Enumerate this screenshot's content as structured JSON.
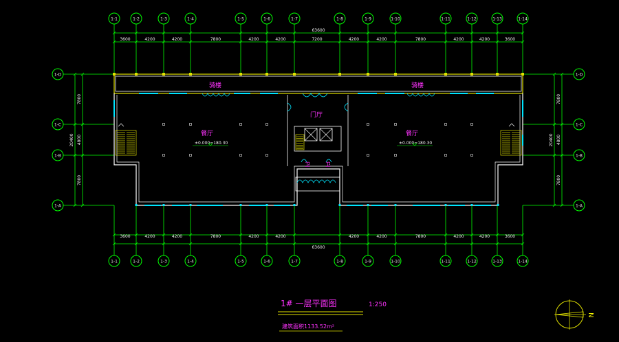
{
  "drawing": {
    "title": "1# 一层平面图",
    "scale": "1:250",
    "area": "建筑面积1133.52m²",
    "north": "N"
  },
  "axes": {
    "top_columns": [
      "1-1",
      "1-2",
      "1-3",
      "1-4",
      "1-5",
      "1-6",
      "1-7",
      "1-8",
      "1-9",
      "1-10",
      "1-11",
      "1-12",
      "1-13",
      "1-14"
    ],
    "bottom_columns": [
      "1-1",
      "1-2",
      "1-3",
      "1-4",
      "1-5",
      "1-6",
      "1-7",
      "1-8",
      "1-9",
      "1-10",
      "1-11",
      "1-12",
      "1-13",
      "1-14"
    ],
    "rows": [
      "1-D",
      "1-C",
      "1-B",
      "1-A"
    ]
  },
  "dimensions": {
    "total_width": "63600",
    "bays": [
      "3600",
      "4200",
      "4200",
      "7800",
      "4200",
      "4200",
      "7200",
      "4200",
      "4200",
      "7800",
      "4200",
      "4200",
      "3600"
    ],
    "bottom_bays": [
      "3600",
      "4200",
      "4200",
      "7800",
      "4200",
      "4200",
      "",
      "4200",
      "4200",
      "7800",
      "4200",
      "4200",
      "3600"
    ],
    "left_rows": [
      "7800",
      "4800",
      "7800"
    ],
    "left_total": "20400",
    "right_rows": [
      "7800",
      "4800",
      "7800"
    ],
    "right_total": "20400"
  },
  "rooms": {
    "arcade_left": "骑楼",
    "arcade_right": "骑楼",
    "lobby": "门厅",
    "hall_left": "餐厅",
    "hall_right": "餐厅",
    "elev_left": "±0.000=180.30",
    "elev_right": "±0.000=180.30",
    "toilet_a": "卫",
    "toilet_b": "卫"
  }
}
